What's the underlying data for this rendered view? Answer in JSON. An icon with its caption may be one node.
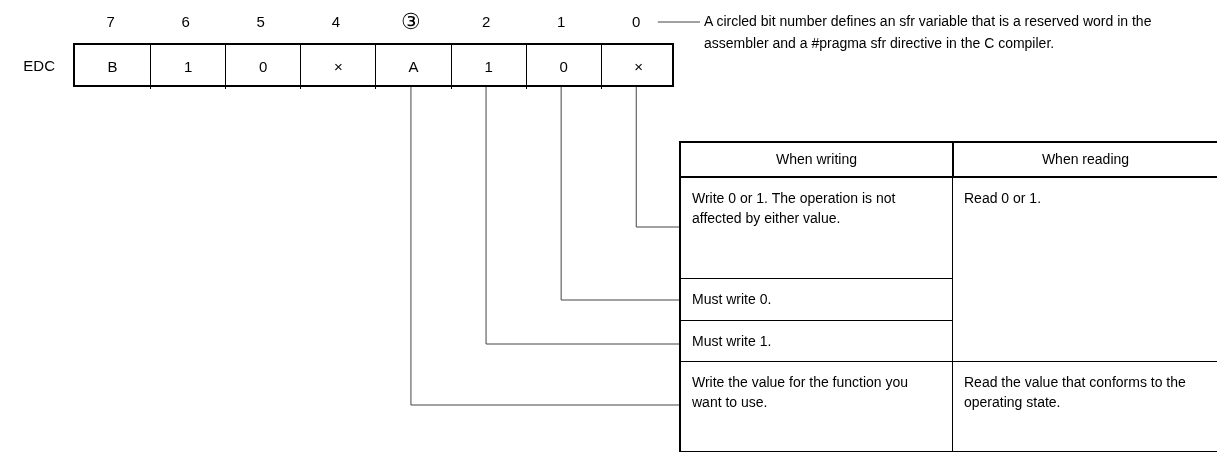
{
  "diagram": {
    "nodes": [
      {
        "text": [
          "7"
        ]
      },
      {
        "text": [
          "6"
        ]
      },
      {
        "text": [
          "5"
        ]
      },
      {
        "text": [
          "4"
        ]
      },
      {
        "text": [
          "③"
        ]
      },
      {
        "text": [
          "2"
        ]
      },
      {
        "text": [
          "1"
        ]
      },
      {
        "text": [
          "0"
        ]
      },
      {
        "text": [
          "A circled bit number defines an sfr variable that is a reserved word in the assembler and a #pragma sfr directive in the C compiler."
        ]
      },
      {
        "text": [
          "EDC"
        ]
      },
      {
        "text": [
          "B"
        ],
        "in": 9
      },
      {
        "text": [
          "1"
        ],
        "in": 9
      },
      {
        "text": [
          "0"
        ],
        "in": 9
      },
      {
        "text": [
          "×"
        ],
        "in": 9
      },
      {
        "text": [
          "A"
        ],
        "in": 9
      },
      {
        "text": [
          "1"
        ],
        "in": 9
      },
      {
        "text": [
          "0"
        ],
        "in": 9
      },
      {
        "text": [
          "×"
        ],
        "in": 9
      },
      {
        "text": [
          "When writing"
        ]
      },
      {
        "text": [
          "When reading"
        ]
      },
      {
        "text": [
          "Write 0 or 1.  The operation is not affected by either value."
        ]
      },
      {
        "text": [
          "Read 0 or 1."
        ]
      },
      {
        "text": [
          "Must write 0."
        ]
      },
      {
        "text": [
          "Must write 1."
        ]
      },
      {
        "text": [
          "Write the value for the function you want to use."
        ]
      },
      {
        "text": [
          "Read the value that conforms to the operating state."
        ]
      }
    ],
    "edges": [
      {
        "from": 7,
        "to": 8,
        "arrow": "none"
      },
      {
        "from": 17,
        "to": 20,
        "arrow": "none"
      },
      {
        "from": 16,
        "to": 22,
        "arrow": "none"
      },
      {
        "from": 15,
        "to": 23,
        "arrow": "none"
      },
      {
        "from": 14,
        "to": 24,
        "arrow": "none"
      }
    ]
  }
}
